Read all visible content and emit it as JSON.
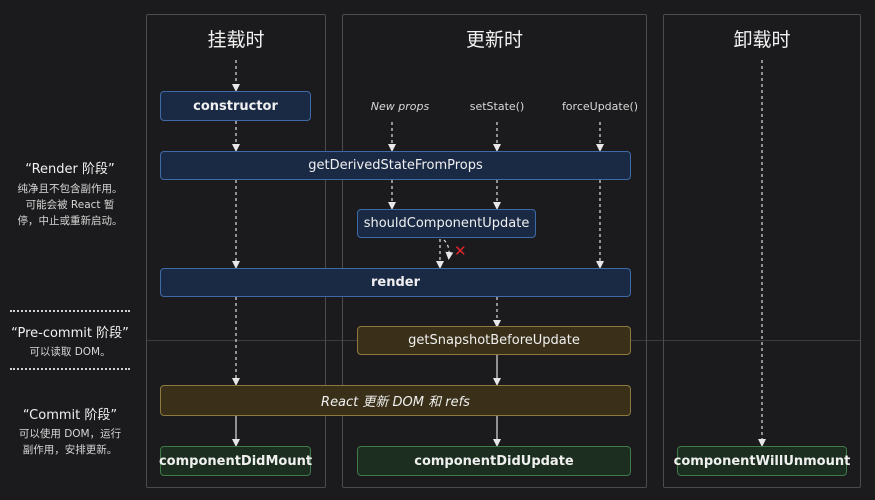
{
  "columns": {
    "mount": "挂载时",
    "update": "更新时",
    "unmount": "卸载时"
  },
  "phases": {
    "render": {
      "title": "“Render 阶段”",
      "line1": "纯净且不包含副作用。",
      "line2": "可能会被 React 暂",
      "line3": "停，中止或重新启动。"
    },
    "precommit": {
      "title": "“Pre-commit 阶段”",
      "line1": "可以读取 DOM。"
    },
    "commit": {
      "title": "“Commit 阶段”",
      "line1": "可以使用 DOM，运行",
      "line2": "副作用，安排更新。"
    }
  },
  "triggers": {
    "new_props": "New props",
    "set_state": "setState()",
    "force_update": "forceUpdate()"
  },
  "methods": {
    "constructor": "constructor",
    "get_derived_state": "getDerivedStateFromProps",
    "should_update": "shouldComponentUpdate",
    "render": "render",
    "get_snapshot": "getSnapshotBeforeUpdate",
    "react_update_dom": "React 更新 DOM 和 refs",
    "did_mount": "componentDidMount",
    "did_update": "componentDidUpdate",
    "will_unmount": "componentWillUnmount"
  },
  "colors": {
    "render_box": "#1a2a45",
    "precommit_box": "#3a3019",
    "commit_box": "#1b2e1f",
    "cancel_mark": "#e0252b"
  },
  "cancel_mark": "✕"
}
